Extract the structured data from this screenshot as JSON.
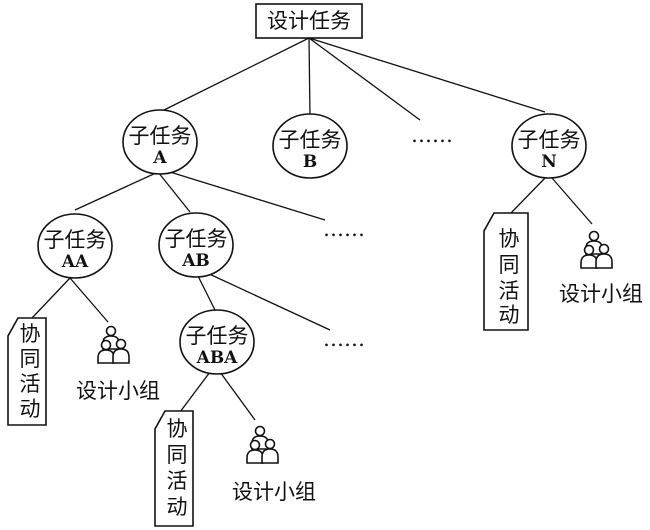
{
  "root": {
    "label": "设计任务"
  },
  "nodes": {
    "A": {
      "line1": "子任务",
      "line2": "A"
    },
    "B": {
      "line1": "子任务",
      "line2": "B"
    },
    "N": {
      "line1": "子任务",
      "line2": "N"
    },
    "AA": {
      "line1": "子任务",
      "line2": "AA"
    },
    "AB": {
      "line1": "子任务",
      "line2": "AB"
    },
    "ABA": {
      "line1": "子任务",
      "line2": "ABA"
    }
  },
  "ellipsis": "……",
  "collab": {
    "chars": [
      "协",
      "同",
      "活",
      "动"
    ]
  },
  "group": {
    "label": "设计小组",
    "icon": "people-group-icon"
  }
}
